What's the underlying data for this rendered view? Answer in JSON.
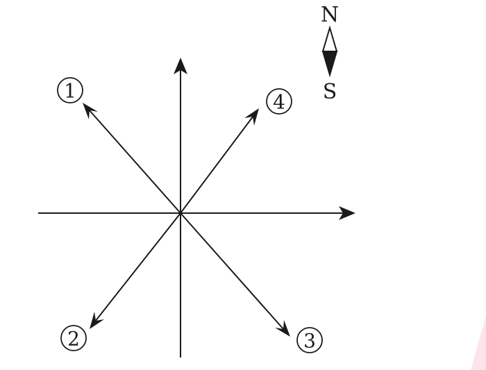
{
  "compass": {
    "north": "N",
    "south": "S",
    "north_color": "#ffffff",
    "south_color": "#1a1a1a"
  },
  "vectors": [
    {
      "id": "1",
      "label": "①",
      "direction": "north-west"
    },
    {
      "id": "2",
      "label": "②",
      "direction": "south-west"
    },
    {
      "id": "3",
      "label": "③",
      "direction": "south-east"
    },
    {
      "id": "4",
      "label": "④",
      "direction": "north-east"
    }
  ],
  "axes": {
    "x_arrow": "east",
    "y_arrow": "north"
  },
  "colors": {
    "ink": "#1a1a1a",
    "corner_accent": "#fde4ec"
  }
}
